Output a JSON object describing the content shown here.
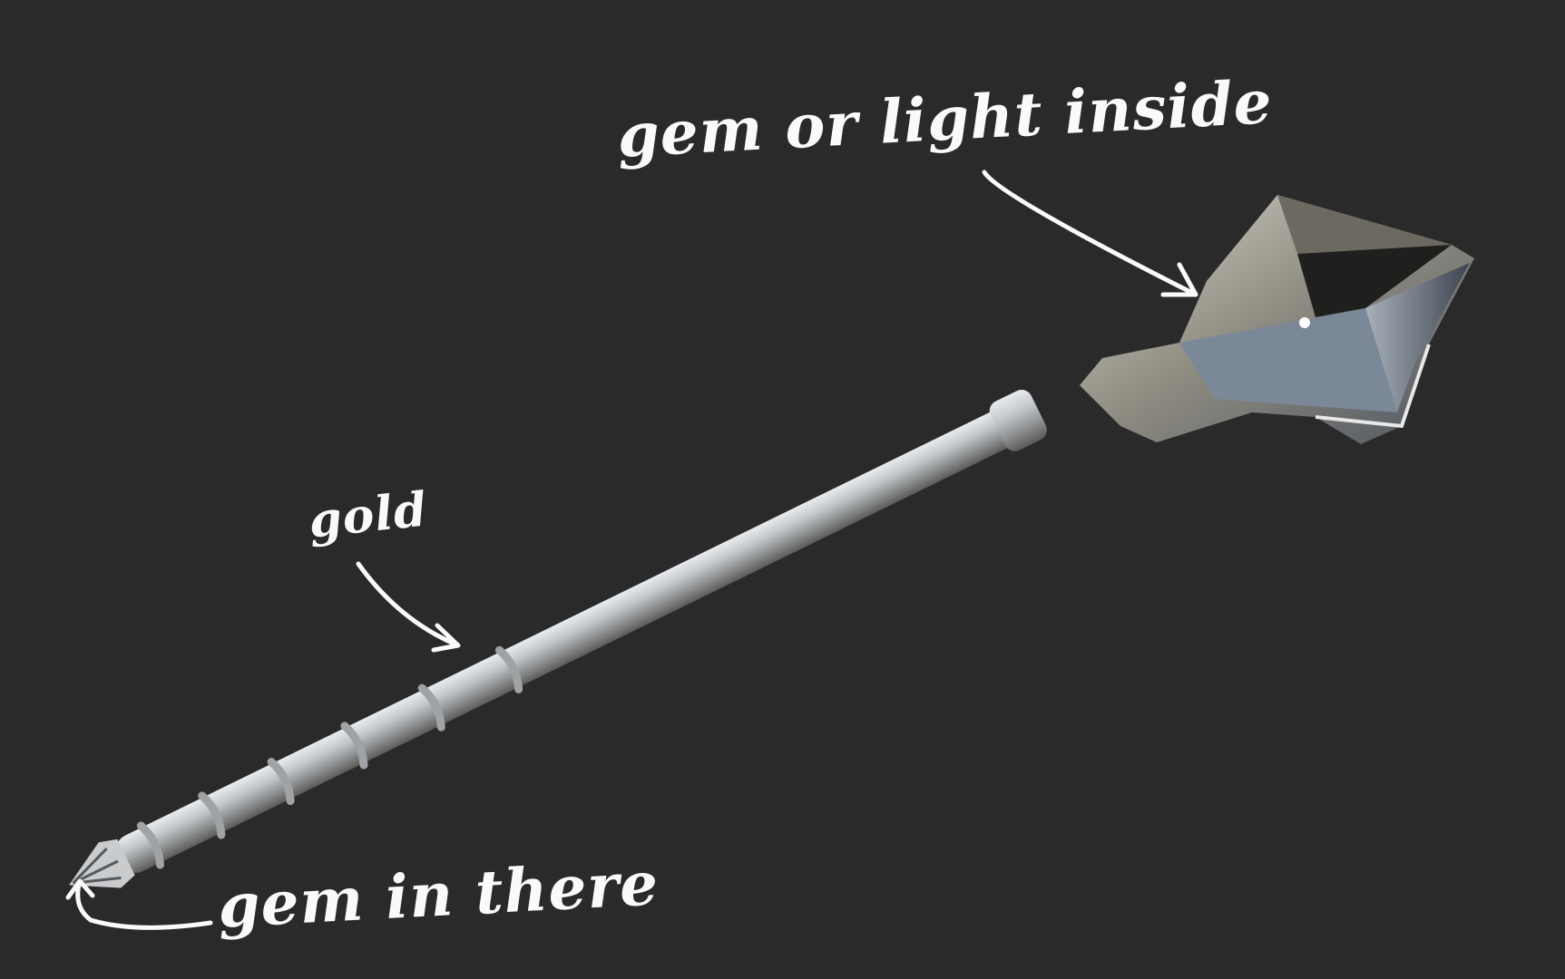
{
  "annotations": {
    "head": "gem or light inside",
    "shaft": "gold",
    "pommel": "gem in there"
  },
  "colors": {
    "background": "#2a2a2a",
    "metal": "#b9bec4",
    "annotation": "#fafafa"
  }
}
